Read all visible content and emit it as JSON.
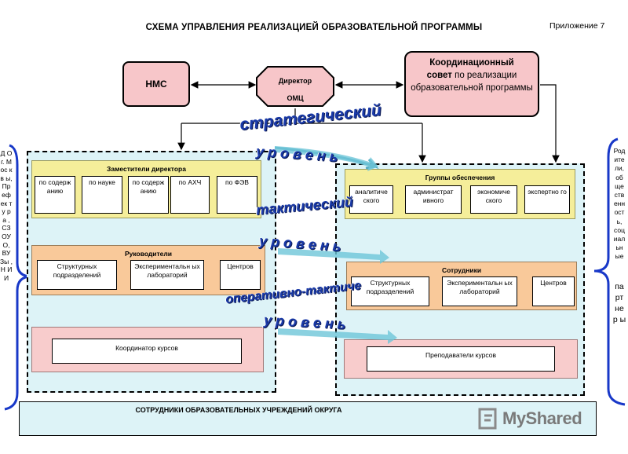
{
  "header": {
    "title": "СХЕМА УПРАВЛЕНИЯ РЕАЛИЗАЦИЕЙ ОБРАЗОВАТЕЛЬНОЙ ПРОГРАММЫ",
    "annex": "Приложение 7"
  },
  "top": {
    "nms": "НМС",
    "director_line1": "Директор",
    "director_line2": "ОМЦ",
    "council_bold_1": "Координационный",
    "council_bold_2": "совет",
    "council_rest": " по реализации образовательной программы"
  },
  "levels": {
    "strategic": "стратегический",
    "level1": "у р о в е н ь",
    "tactical": "тактический",
    "level2": "у р о в е н ь",
    "operational": "оперативно-тактиче",
    "level3": "у р о в е н ь"
  },
  "left": {
    "deputies": {
      "title": "Заместители директора",
      "items": [
        "по содерж анию",
        "по науке",
        "по содерж анию",
        "по АХЧ",
        "по ФЭВ"
      ]
    },
    "heads": {
      "title": "Руководители",
      "items": [
        "Структурных подразделений",
        "Экспериментальн ых лабораторий",
        "Центров"
      ]
    },
    "coordinator": "Координатор курсов"
  },
  "right": {
    "support": {
      "title": "Группы обеспечения",
      "items": [
        "аналитиче ского",
        "администрат ивного",
        "экономиче ского",
        "экспертно го"
      ]
    },
    "staff": {
      "title": "Сотрудники",
      "items": [
        "Структурных подразделений",
        "Экспериментальн ых лабораторий",
        "Центров"
      ]
    },
    "teachers": "Преподаватели курсов"
  },
  "sides": {
    "left_text": "Д О г. М ос кв ы, Пр еф ек ту ра , СЗ ОУ О, ВУ Зы , Н И И",
    "right_small": "Род ите ли, об ще ств енн ост ь, соц иал ьн ые",
    "right_large": "па рт не р ы"
  },
  "bottom": {
    "label": "СОТРУДНИКИ ОБРАЗОВАТЕЛЬНЫХ УЧРЕЖДЕНИЙ ОКРУГА"
  },
  "watermark": "MyShared"
}
